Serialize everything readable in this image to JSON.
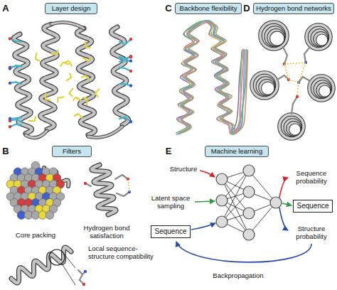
{
  "diagram": {
    "nodes": [
      {
        "text": [
          "Layer design"
        ]
      },
      {
        "text": [
          "Backbone flexibility"
        ]
      },
      {
        "text": [
          "Hydrogen bond networks"
        ]
      },
      {
        "text": [
          "Filters"
        ]
      },
      {
        "text": [
          "Machine learning"
        ]
      },
      {
        "text": [
          "Sequence"
        ]
      },
      {
        "text": [
          "Sequence"
        ]
      }
    ],
    "labels": [
      "A",
      "C",
      "D",
      "B",
      "E",
      "Core packing",
      "Hydrogen bond satisfaction",
      "Local sequence-structure compatibility",
      "Structure",
      "Latent space sampling",
      "Sequence probability",
      "Structure probability",
      "Backpropagation"
    ]
  }
}
